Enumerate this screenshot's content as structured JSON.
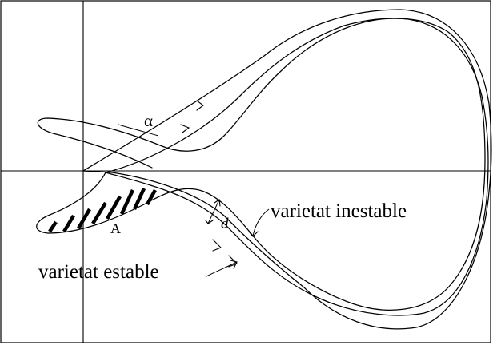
{
  "labels": {
    "alpha": "α",
    "area": "A",
    "distance": "d",
    "unstable_manifold": "varietat inestable",
    "stable_manifold": "varietat estable"
  }
}
